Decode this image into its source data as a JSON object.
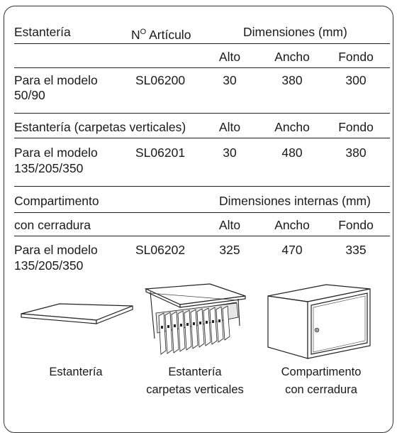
{
  "header": {
    "col_product": "Estantería",
    "col_article": "Nº Artículo",
    "col_article_base": "N",
    "col_article_sup": "O",
    "col_article_rest": " Artículo",
    "col_dimensions": "Dimensiones (mm)",
    "sub_alto": "Alto",
    "sub_ancho": "Ancho",
    "sub_fondo": "Fondo"
  },
  "row1": {
    "desc_line1": "Para el modelo",
    "desc_line2": "50/90",
    "article": "SL06200",
    "alto": "30",
    "ancho": "380",
    "fondo": "300"
  },
  "section2": {
    "title": "Estantería (carpetas verticales)",
    "sub_alto": "Alto",
    "sub_ancho": "Ancho",
    "sub_fondo": "Fondo"
  },
  "row2": {
    "desc_line1": "Para el modelo",
    "desc_line2": "135/205/350",
    "article": "SL06201",
    "alto": "30",
    "ancho": "480",
    "fondo": "380"
  },
  "section3": {
    "title_line1": "Compartimento",
    "title_line2": "con cerradura",
    "dims_title": "Dimensiones internas (mm)",
    "sub_alto": "Alto",
    "sub_ancho": "Ancho",
    "sub_fondo": "Fondo"
  },
  "row3": {
    "desc_line1": "Para el modelo",
    "desc_line2": "135/205/350",
    "article": "SL06202",
    "alto": "325",
    "ancho": "470",
    "fondo": "335"
  },
  "captions": {
    "shelf": "Estantería",
    "file_line1": "Estantería",
    "file_line2": "carpetas verticales",
    "comp_line1": "Compartimento",
    "comp_line2": "con cerradura"
  }
}
